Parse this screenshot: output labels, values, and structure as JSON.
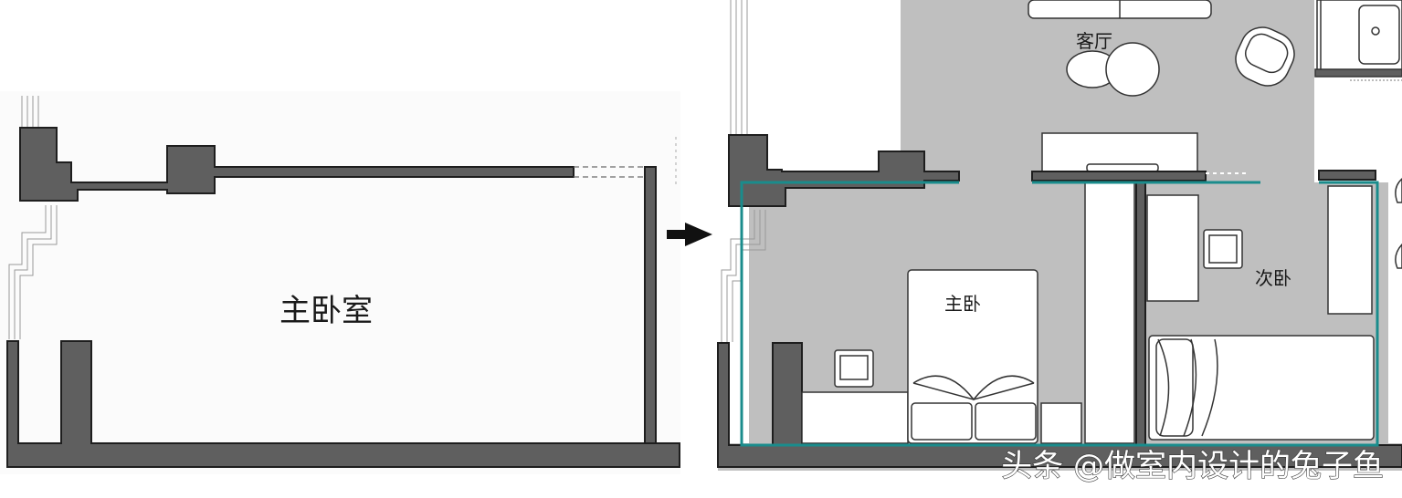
{
  "before_plan": {
    "room_label": "主卧室"
  },
  "after_plan": {
    "labels": {
      "living_room": "客厅",
      "master_bedroom": "主卧",
      "second_bedroom": "次卧"
    }
  },
  "watermark": "头条 @做室内设计的兔子鱼",
  "colors": {
    "wall": "#5f5f5f",
    "wall_outline": "#1e1e1e",
    "floor_gray": "#bfbfbf",
    "furniture": "#ffffff",
    "highlight_outline": "#1a8c8c",
    "background": "#ffffff"
  }
}
